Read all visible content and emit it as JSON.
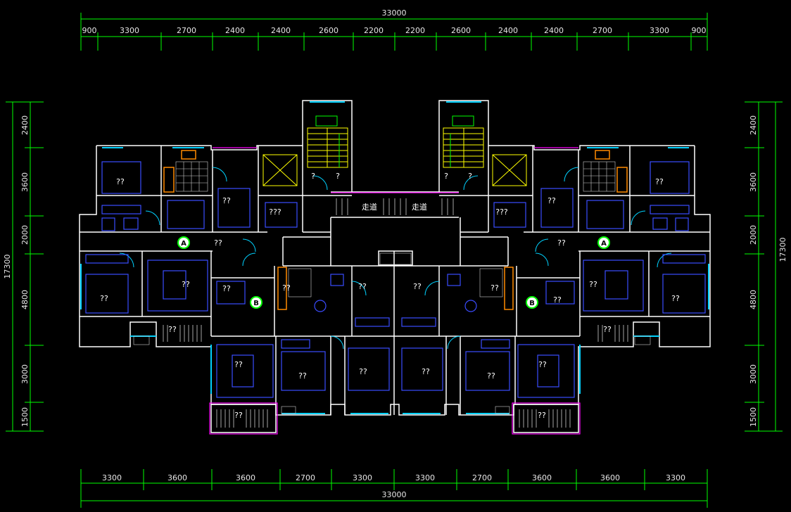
{
  "colors": {
    "background": "#000000",
    "dimension_line": "#00ff00",
    "dimension_text": "#e6e6e6",
    "wall": "#ffffff",
    "window": "#00d2ff",
    "furniture": "#3a4cff",
    "stair": "#ffff00",
    "balcony": "#ff00ff",
    "kitchen": "#ff8a00",
    "unit_tag": "#00ff00"
  },
  "dimensions": {
    "top_total": "33000",
    "top_segments": [
      "900",
      "3300",
      "2700",
      "2400",
      "2400",
      "2600",
      "2200",
      "2200",
      "2600",
      "2400",
      "2400",
      "2700",
      "3300",
      "900"
    ],
    "bottom_total": "33000",
    "bottom_segments": [
      "3300",
      "3600",
      "3600",
      "2700",
      "3300",
      "3300",
      "2700",
      "3600",
      "3600",
      "3300"
    ],
    "left_total": "17300",
    "left_segments": [
      "2400",
      "3600",
      "2000",
      "4800",
      "3000",
      "1500"
    ],
    "right_total": "17300",
    "right_segments": [
      "2400",
      "3600",
      "2000",
      "4800",
      "3000",
      "1500"
    ]
  },
  "unit_tags": [
    {
      "label": "A"
    },
    {
      "label": "B"
    },
    {
      "label": "B"
    },
    {
      "label": "A"
    }
  ],
  "corridor_labels": [
    "走道",
    "走道"
  ],
  "room_labels": {
    "bedroom_tl_l": "??",
    "bedroom_tl_r": "??",
    "dining_l": "??",
    "dining_r": "??",
    "utility_l": "???",
    "utility_r": "???",
    "stair_q1": "?",
    "stair_q2": "?",
    "stair_q3": "?",
    "stair_q4": "?",
    "hall_l": "??",
    "hall_r": "??",
    "master_l": "??",
    "master_r": "??",
    "living_l": "??",
    "living_r": "??",
    "kitchen_l": "??",
    "kitchen_r": "??",
    "study_l": "??",
    "study_r": "??",
    "dining2_l": "??",
    "dining2_r": "??",
    "balc_l": "??",
    "balc_r": "??",
    "living2_l": "??",
    "living2_r": "??",
    "bed2_l": "??",
    "bed2_r": "??",
    "bed3_l": "??",
    "bed3_r": "??",
    "balc2_l": "??",
    "balc2_r": "??"
  }
}
